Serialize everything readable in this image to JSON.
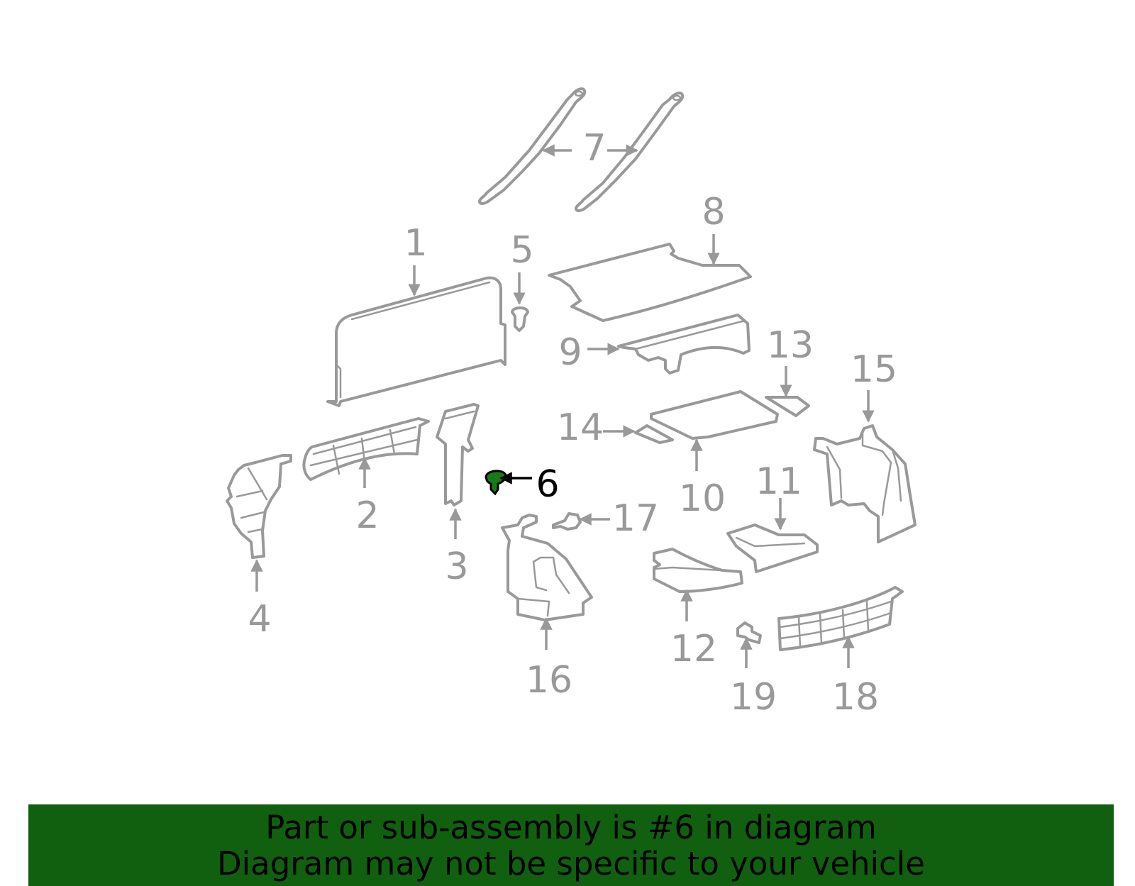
{
  "diagram": {
    "highlight_color": "#1a7a1a",
    "part_color": "#999999",
    "callouts": [
      {
        "id": "1",
        "label": "1",
        "highlighted": false
      },
      {
        "id": "2",
        "label": "2",
        "highlighted": false
      },
      {
        "id": "3",
        "label": "3",
        "highlighted": false
      },
      {
        "id": "4",
        "label": "4",
        "highlighted": false
      },
      {
        "id": "5",
        "label": "5",
        "highlighted": false
      },
      {
        "id": "6",
        "label": "6",
        "highlighted": true
      },
      {
        "id": "7",
        "label": "7",
        "highlighted": false
      },
      {
        "id": "8",
        "label": "8",
        "highlighted": false
      },
      {
        "id": "9",
        "label": "9",
        "highlighted": false
      },
      {
        "id": "10",
        "label": "10",
        "highlighted": false
      },
      {
        "id": "11",
        "label": "11",
        "highlighted": false
      },
      {
        "id": "12",
        "label": "12",
        "highlighted": false
      },
      {
        "id": "13",
        "label": "13",
        "highlighted": false
      },
      {
        "id": "14",
        "label": "14",
        "highlighted": false
      },
      {
        "id": "15",
        "label": "15",
        "highlighted": false
      },
      {
        "id": "16",
        "label": "16",
        "highlighted": false
      },
      {
        "id": "17",
        "label": "17",
        "highlighted": false
      },
      {
        "id": "18",
        "label": "18",
        "highlighted": false
      },
      {
        "id": "19",
        "label": "19",
        "highlighted": false
      }
    ]
  },
  "footer": {
    "line1": "Part or sub-assembly is #6 in diagram",
    "line2": "Diagram may not be specific to your vehicle",
    "background": "#106010"
  }
}
